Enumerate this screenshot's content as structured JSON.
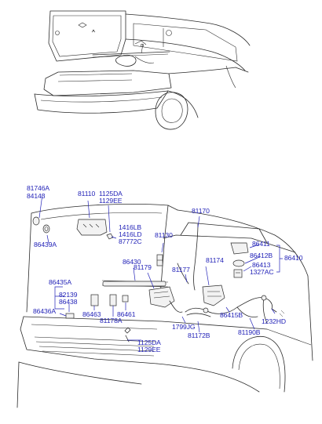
{
  "style": {
    "label_color": "#2323b8",
    "line_color": "#2a2a2a",
    "background": "#ffffff"
  },
  "labels": [
    {
      "id": "l-81746A",
      "text": "81746A"
    },
    {
      "id": "l-84143",
      "text": "84143"
    },
    {
      "id": "l-86439A",
      "text": "86439A"
    },
    {
      "id": "l-81110",
      "text": "81110"
    },
    {
      "id": "l-1125DA-a",
      "text": "1125DA"
    },
    {
      "id": "l-1129EE-a",
      "text": "1129EE"
    },
    {
      "id": "l-1416LB",
      "text": "1416LB"
    },
    {
      "id": "l-1416LD",
      "text": "1416LD"
    },
    {
      "id": "l-87772C",
      "text": "87772C"
    },
    {
      "id": "l-81130",
      "text": "81130"
    },
    {
      "id": "l-81170",
      "text": "81170"
    },
    {
      "id": "l-86411",
      "text": "86411"
    },
    {
      "id": "l-86412B",
      "text": "86412B"
    },
    {
      "id": "l-86410",
      "text": "86410"
    },
    {
      "id": "l-86413",
      "text": "86413"
    },
    {
      "id": "l-1327AC",
      "text": "1327AC"
    },
    {
      "id": "l-86430",
      "text": "86430"
    },
    {
      "id": "l-81179",
      "text": "81179"
    },
    {
      "id": "l-81177",
      "text": "81177"
    },
    {
      "id": "l-81174",
      "text": "81174"
    },
    {
      "id": "l-86435A",
      "text": "86435A"
    },
    {
      "id": "l-82139",
      "text": "82139"
    },
    {
      "id": "l-86438",
      "text": "86438"
    },
    {
      "id": "l-86436A",
      "text": "86436A"
    },
    {
      "id": "l-86463",
      "text": "86463"
    },
    {
      "id": "l-81178A",
      "text": "81178A"
    },
    {
      "id": "l-86461",
      "text": "86461"
    },
    {
      "id": "l-86415B",
      "text": "86415B"
    },
    {
      "id": "l-1232HD",
      "text": "1232HD"
    },
    {
      "id": "l-1799JG",
      "text": "1799JG"
    },
    {
      "id": "l-81172B",
      "text": "81172B"
    },
    {
      "id": "l-81190B",
      "text": "81190B"
    },
    {
      "id": "l-1125DA-b",
      "text": "1125DA"
    },
    {
      "id": "l-1129EE-b",
      "text": "1129EE"
    }
  ]
}
